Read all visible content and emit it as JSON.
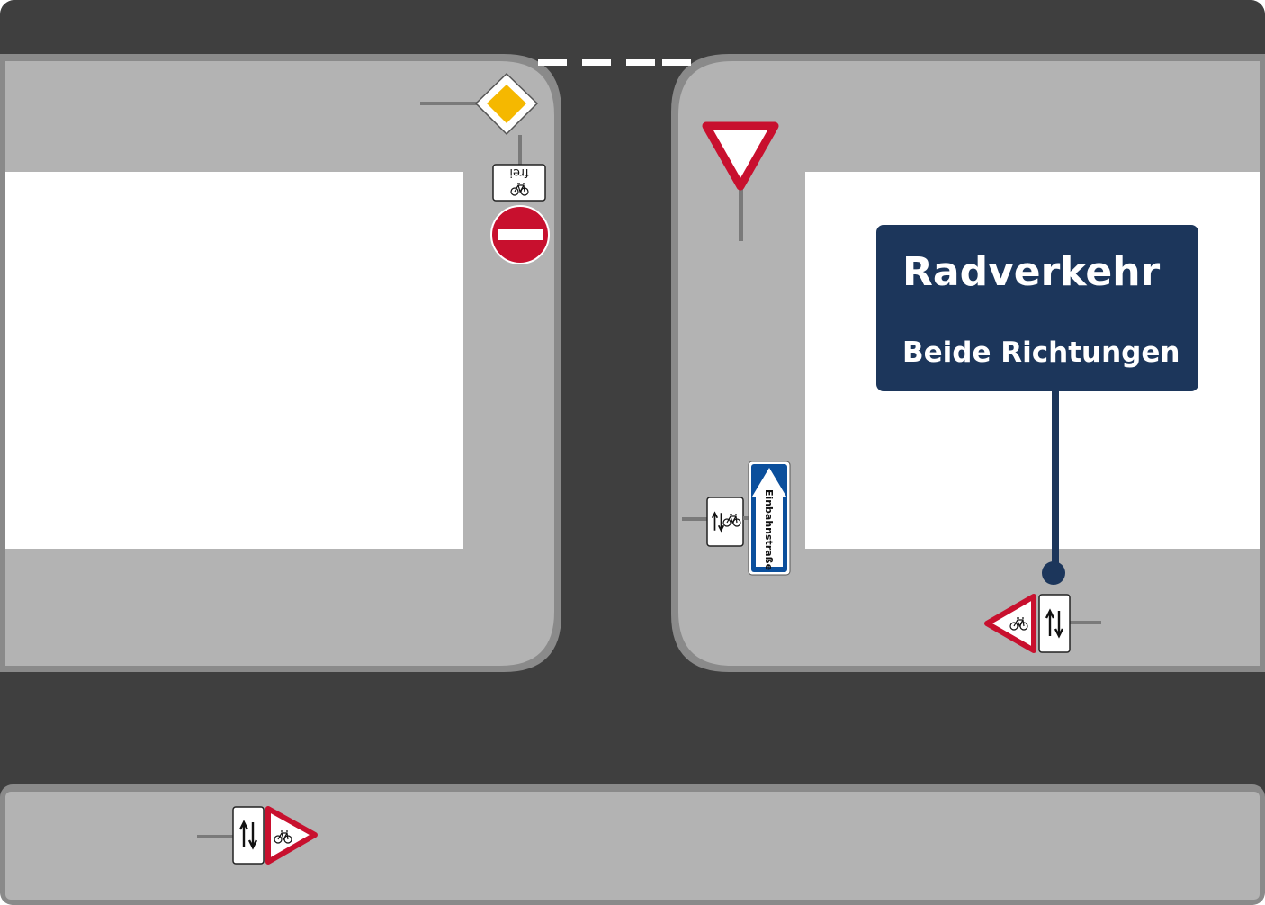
{
  "callout": {
    "title": "Radverkehr",
    "subtitle": "Beide Richtungen"
  },
  "signs": {
    "oneway_plate_text": "Einbahnstraße",
    "bike_free_text": "frei"
  },
  "icons": {
    "priority_road": "priority-road-sign-icon",
    "yield": "yield-sign-icon",
    "no_entry": "no-entry-sign-icon",
    "bicycle": "bicycle-icon",
    "two_way_arrows": "two-way-arrows-icon",
    "oneway_arrow": "oneway-arrow-icon"
  },
  "colors": {
    "asphalt": "#3f3f3f",
    "sidewalk": "#b3b3b3",
    "curb": "#8a8a8a",
    "building": "#ffffff",
    "callout": "#1c365b",
    "sign_red": "#c8102e",
    "sign_yellow": "#f5b800",
    "sign_blue": "#0b4f9c"
  }
}
